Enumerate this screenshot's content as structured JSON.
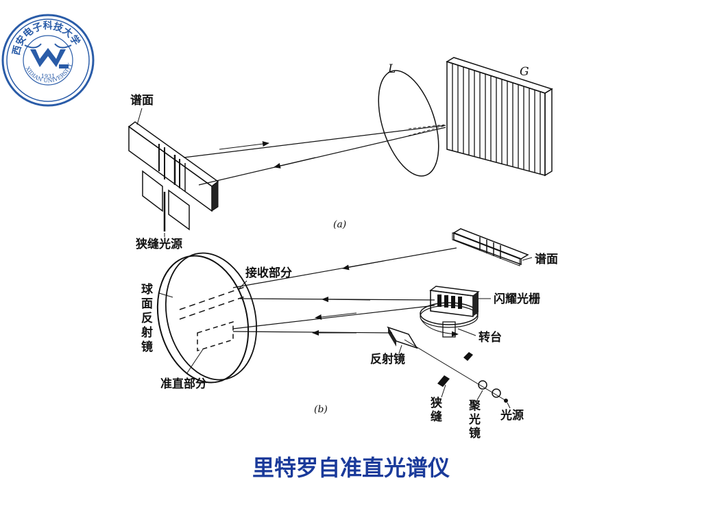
{
  "logo": {
    "arc_text": "西安电子科技大学",
    "english": "XIDIAN UNIVERSITY",
    "year": "1931"
  },
  "diagram_a": {
    "caption": "(a)",
    "labels": {
      "spectrum_plane": "谱面",
      "slit_source": "狭缝光源",
      "lens": "L",
      "grating": "G"
    }
  },
  "diagram_b": {
    "caption": "(b)",
    "labels": {
      "spectrum_plane": "谱面",
      "receive_part": "接收部分",
      "spherical_mirror": [
        "球",
        "面",
        "反",
        "射",
        "镜"
      ],
      "blazed_grating": "闪耀光栅",
      "turntable": "转台",
      "reflector": "反射镜",
      "collimating_part": "准直部分",
      "slit": [
        "狭",
        "缝"
      ],
      "condenser": [
        "聚",
        "光",
        "镜"
      ],
      "light_source": "光源"
    }
  },
  "title": "里特罗自准直光谱仪",
  "colors": {
    "title": "#1a3a9a",
    "logo": "#2a5ca8",
    "ink": "#111111"
  }
}
